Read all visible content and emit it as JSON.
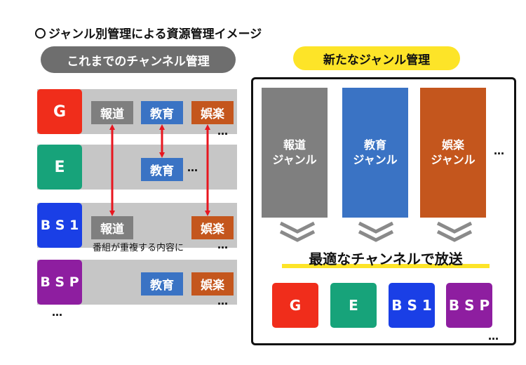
{
  "title": "ジャンル別管理による資源管理イメージ",
  "left": {
    "heading": "これまでのチャンネル管理",
    "channels": [
      {
        "label": "G",
        "color": "#f02d1b"
      },
      {
        "label": "E",
        "color": "#17a37a"
      },
      {
        "label": "B S 1",
        "color": "#1a3fe6"
      },
      {
        "label": "B S P",
        "color": "#8e1ea0"
      }
    ],
    "genres": {
      "news": "報道",
      "education": "教育",
      "entertainment": "娯楽"
    },
    "note": "番組が重複する内容に",
    "more": "…"
  },
  "right": {
    "heading": "新たなジャンル管理",
    "columns": [
      {
        "label": "報道\nジャンル",
        "color": "#7f7f7f"
      },
      {
        "label": "教育\nジャンル",
        "color": "#3a73c4"
      },
      {
        "label": "娯楽\nジャンル",
        "color": "#c4561d"
      }
    ],
    "broadcast": "最適なチャンネルで放送",
    "channels": [
      {
        "label": "G",
        "color": "#f02d1b"
      },
      {
        "label": "E",
        "color": "#17a37a"
      },
      {
        "label": "B S 1",
        "color": "#1a3fe6"
      },
      {
        "label": "B S P",
        "color": "#8e1ea0"
      }
    ],
    "more": "…"
  },
  "colors": {
    "news": "#7f7f7f",
    "education": "#3a73c4",
    "entertainment": "#c4561d",
    "arrow": "#e8161f",
    "highlight": "#fde428"
  }
}
